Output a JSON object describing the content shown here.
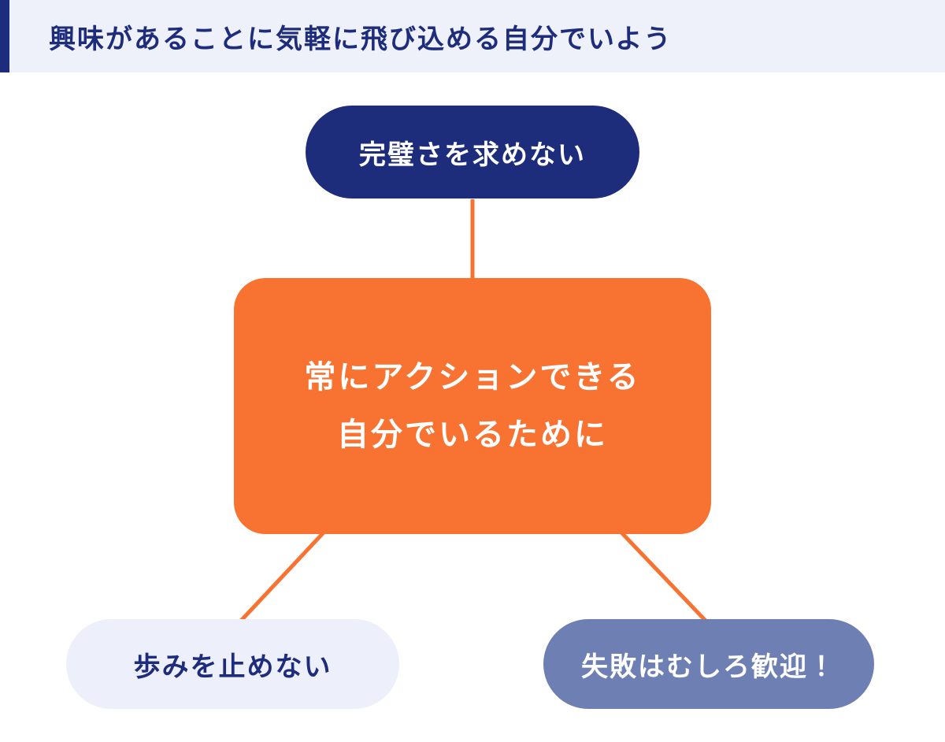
{
  "header": {
    "title": "興味があることに気軽に飛び込める自分でいよう"
  },
  "diagram": {
    "top_node": {
      "label": "完璧さを求めない"
    },
    "center_node": {
      "label_line1": "常にアクションできる",
      "label_line2": "自分でいるために"
    },
    "bottom_left_node": {
      "label": "歩みを止めない"
    },
    "bottom_right_node": {
      "label": "失敗はむしろ歓迎！"
    }
  },
  "colors": {
    "navy": "#1E2D7B",
    "orange": "#F87332",
    "periwinkle": "#6E7FB4",
    "light_lavender": "#EDEFFB",
    "header_background": "#EEF0FA",
    "connector_line": "#F87332",
    "white_text": "#FFFFFF"
  }
}
